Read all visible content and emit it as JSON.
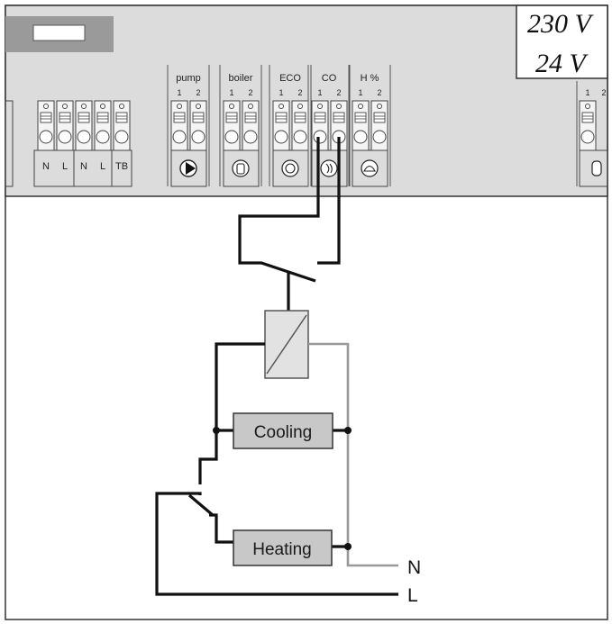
{
  "voltage": {
    "high": "230 V",
    "low": "24 V"
  },
  "left_terminals": {
    "labels": [
      "N",
      "L",
      "N",
      "L",
      "TB"
    ]
  },
  "groups": [
    {
      "name": "pump",
      "pins": [
        "1",
        "2"
      ],
      "icon": "pump-icon"
    },
    {
      "name": "boiler",
      "pins": [
        "1",
        "2"
      ],
      "icon": "boiler-icon"
    },
    {
      "name": "ECO",
      "pins": [
        "1",
        "2"
      ],
      "icon": "eco-icon"
    },
    {
      "name": "CO",
      "pins": [
        "1",
        "2"
      ],
      "icon": "co-icon"
    },
    {
      "name": "H %",
      "pins": [
        "1",
        "2"
      ],
      "icon": "humidity-icon"
    }
  ],
  "right_group": {
    "pins": [
      "1",
      "2"
    ],
    "icon": "sensor-icon"
  },
  "boxes": {
    "cooling": "Cooling",
    "heating": "Heating"
  },
  "lines": {
    "neutral": "N",
    "live": "L"
  }
}
